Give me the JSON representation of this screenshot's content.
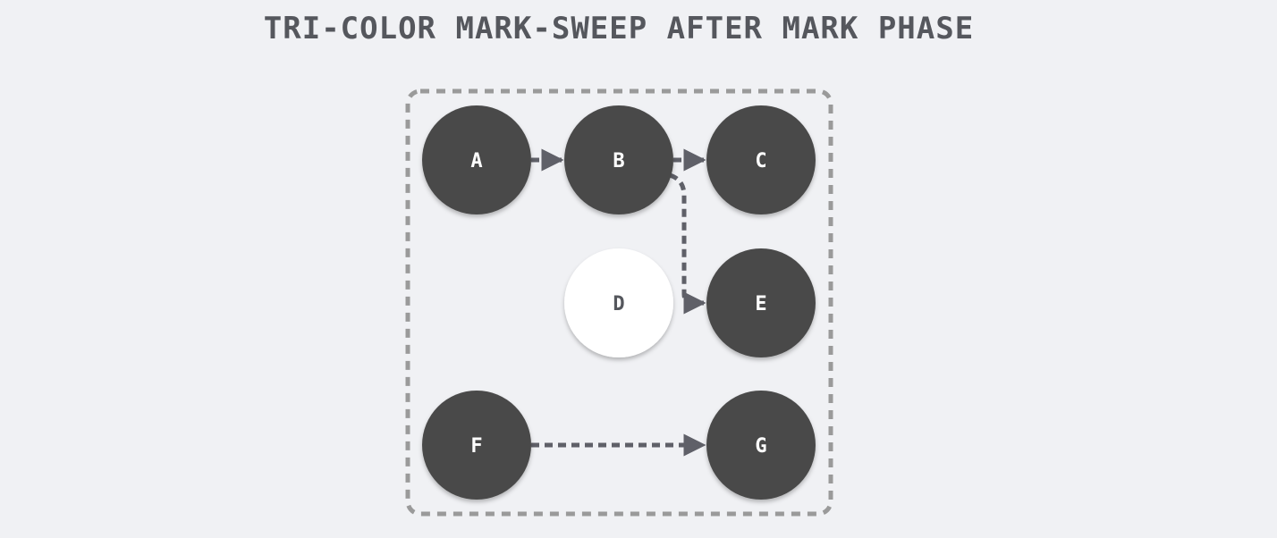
{
  "title": "TRI-COLOR MARK-SWEEP AFTER MARK PHASE",
  "colors": {
    "background": "#f0f1f4",
    "black_node": "#4a4a4a",
    "white_node": "#ffffff",
    "edge": "#5f6068",
    "boundary": "#9a9a9a",
    "label_on_black": "#ffffff",
    "label_on_white": "#55575d"
  },
  "nodes": [
    {
      "id": "A",
      "label": "A",
      "color": "black"
    },
    {
      "id": "B",
      "label": "B",
      "color": "black"
    },
    {
      "id": "C",
      "label": "C",
      "color": "black"
    },
    {
      "id": "D",
      "label": "D",
      "color": "white"
    },
    {
      "id": "E",
      "label": "E",
      "color": "black"
    },
    {
      "id": "F",
      "label": "F",
      "color": "black"
    },
    {
      "id": "G",
      "label": "G",
      "color": "black"
    }
  ],
  "edges": [
    {
      "from": "A",
      "to": "B"
    },
    {
      "from": "B",
      "to": "C"
    },
    {
      "from": "B",
      "to": "E"
    },
    {
      "from": "F",
      "to": "G"
    }
  ]
}
